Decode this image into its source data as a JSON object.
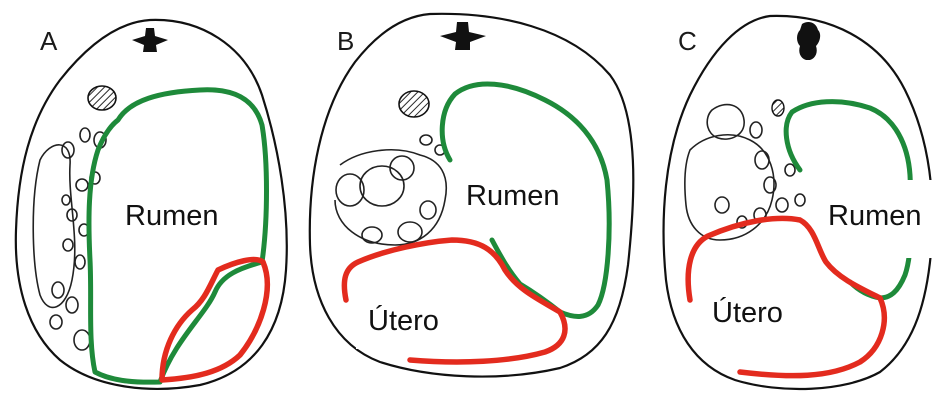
{
  "colors": {
    "rumen": "#1e8a3a",
    "uterus": "#e32b1e",
    "outline": "#111111"
  },
  "panels": [
    {
      "letter": "A",
      "labels": {
        "rumen": "Rumen"
      }
    },
    {
      "letter": "B",
      "labels": {
        "rumen": "Rumen",
        "uterus": "Útero"
      }
    },
    {
      "letter": "C",
      "labels": {
        "rumen": "Rumen",
        "uterus": "Útero"
      }
    }
  ]
}
